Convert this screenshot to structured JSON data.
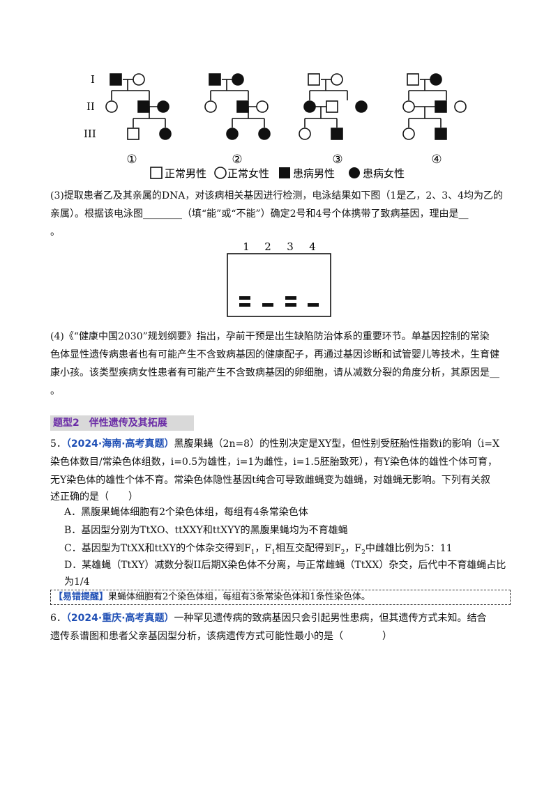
{
  "pedigree": {
    "generations": [
      "I",
      "II",
      "III"
    ],
    "numbers": [
      "①",
      "②",
      "③",
      "④"
    ],
    "legend": {
      "normal_male": "正常男性",
      "normal_female": "正常女性",
      "affected_male": "患病男性",
      "affected_female": "患病女性"
    }
  },
  "q3": {
    "line1": "(3)提取患者乙及其亲属的DNA，对该病相关基因进行检测，电泳结果如下图（1是乙，2、3、4均为乙的",
    "line2": "亲属）。根据该电泳图________（填“能”或“不能”）确定2号和4号个体携带了致病基因，理由是__",
    "line3": "。"
  },
  "gel": {
    "lanes": [
      "1",
      "2",
      "3",
      "4"
    ]
  },
  "q4": {
    "line1": "(4)《“健康中国2030”规划纲要》指出，孕前干预是出生缺陷防治体系的重要环节。单基因控制的常染",
    "line2": "色体显性遗传病患者也有可能产生不含致病基因的健康配子，再通过基因诊断和试管婴儿等技术，生育健",
    "line3": "康小孩。该类型疾病女性患者有可能产生不含致病基因的卵细胞，请从减数分裂的角度分析，其原因是__",
    "line4": "。"
  },
  "section": {
    "title": "题型2　伴性遗传及其拓展"
  },
  "q5": {
    "num": "5．",
    "source": "（2024·海南·高考真题）",
    "line1_rest": "黑腹果蝇（2n=8）的性别决定是XY型，但性别受胚胎性指数i的影响（i=X",
    "line2": "染色体数目/常染色体组数，i=0.5为雄性，i=1为雌性，i=1.5胚胎致死），有Y染色体的雄性个体可育，",
    "line3": "无Y染色体的雄性个体不育。常染色体隐性基因t纯合可导致雌蝇变为雄蝇，对雄蝇无影响。下列有关叙",
    "line4": "述正确的是（　　）",
    "optA": "A．黑腹果蝇体细胞有2个染色体组，每组有4条常染色体",
    "optB": "B．基因型分别为TtXO、ttXXY和ttXYY的黑腹果蝇均为不育雄蝇",
    "optC_pre": "C．基因型为TtXX和ttXY的个体杂交得到F",
    "optC_sub1": "1",
    "optC_mid1": "，F",
    "optC_sub2": "1",
    "optC_mid2": "相互交配得到F",
    "optC_sub3": "2",
    "optC_mid3": "，F",
    "optC_sub4": "2",
    "optC_end": "中雌雄比例为5：11",
    "optD1": "D．某雄蝇（TtXY）减数分裂II后期X染色体不分离，与正常雌蝇（TtXX）杂交，后代中不育雄蝇占比",
    "optD2": "为1/4",
    "tip_tag": "【易错提醒】",
    "tip_text": "果蝇体细胞有2个染色体组，每组有3条常染色体和1条性染色体。"
  },
  "q6": {
    "num": "6．",
    "source": "（2024·重庆·高考真题）",
    "line1_rest": "一种罕见遗传病的致病基因只会引起男性患病，但其遗传方式未知。结合",
    "line2": "遗传系谱图和患者父亲基因型分析，该病遗传方式可能性最小的是（　　　　）"
  }
}
